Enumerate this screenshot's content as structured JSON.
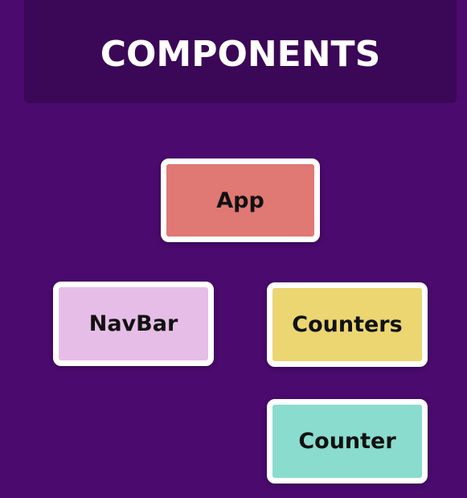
{
  "title": "COMPONENTS",
  "nodes": {
    "app": {
      "label": "App",
      "color": "#e07873"
    },
    "navbar": {
      "label": "NavBar",
      "color": "#e6bde6"
    },
    "counters": {
      "label": "Counters",
      "color": "#ebd672"
    },
    "counter": {
      "label": "Counter",
      "color": "#8adcce"
    }
  },
  "colors": {
    "background": "#4a0a6e",
    "banner": "#3b0757",
    "node_border": "#ffffff"
  }
}
